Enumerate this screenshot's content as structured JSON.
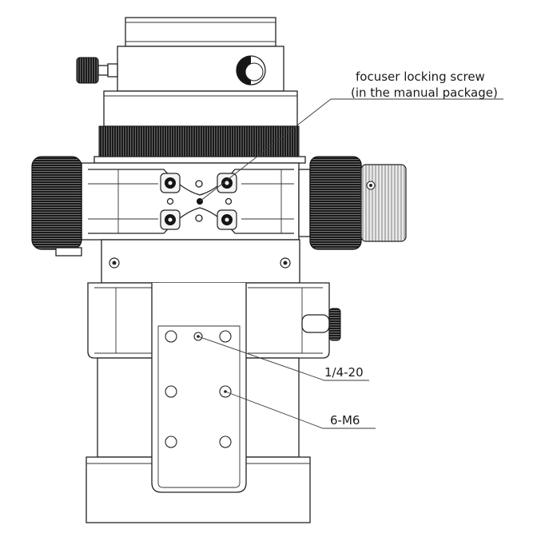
{
  "labels": {
    "locking_screw_line1": "focuser locking screw",
    "locking_screw_line2": "(in the manual package)",
    "hole_quarter_inch": "1/4-20",
    "hole_m6": "6-M6"
  }
}
